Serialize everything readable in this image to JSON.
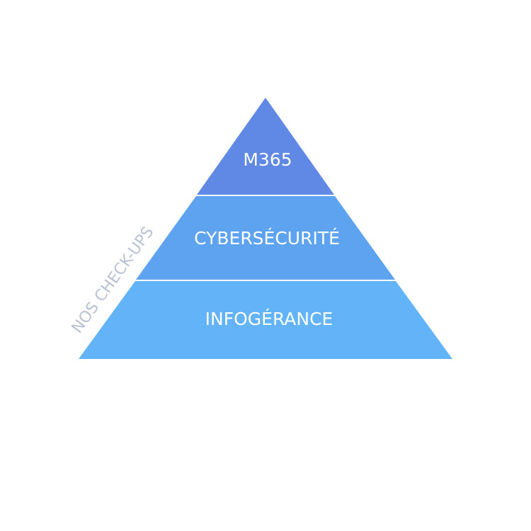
{
  "pyramid": {
    "side_label": "NOS CHECK-UPS",
    "tiers": [
      {
        "label": "M365",
        "color": "#6089e6"
      },
      {
        "label": "CYBERSÉCURITÉ",
        "color": "#5ea3f0"
      },
      {
        "label": "INFOGÉRANCE",
        "color": "#63b3f8"
      }
    ]
  }
}
